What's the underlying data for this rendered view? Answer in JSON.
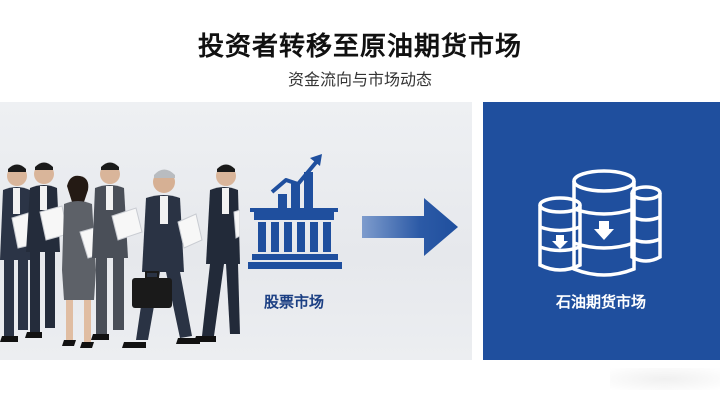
{
  "header": {
    "title": "投资者转移至原油期货市场",
    "subtitle": "资金流向与市场动态"
  },
  "left_panel": {
    "label": "股票市场",
    "icon": "stock-market-building-icon",
    "illustration": "business-people-walking"
  },
  "transition": {
    "icon": "arrow-right-icon"
  },
  "right_panel": {
    "label": "石油期货市场",
    "icon": "oil-barrels-icon",
    "background_color": "#1f4f9e"
  },
  "colors": {
    "accent_blue": "#1f4f9e",
    "label_blue": "#1b3f83",
    "panel_gray": "#e9ebee"
  }
}
